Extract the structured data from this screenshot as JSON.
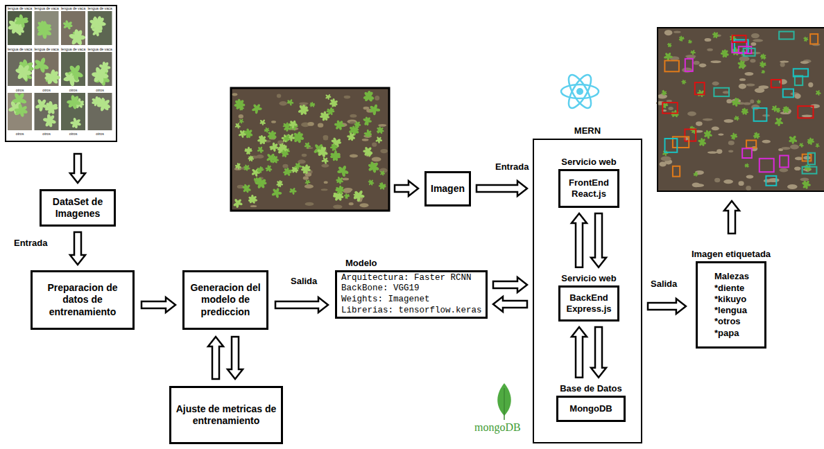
{
  "diagram": {
    "nodes": [
      {
        "text": [
          "DataSet de Imagenes"
        ]
      },
      {
        "text": [
          "Preparacion de datos de entrenamiento"
        ]
      },
      {
        "text": [
          "Generacion del modelo de prediccion"
        ]
      },
      {
        "text": [
          "Ajuste de metricas de entrenamiento"
        ]
      },
      {
        "text": [
          "Modelo",
          "Arquitectura: Faster RCNN",
          "BackBone: VGG19",
          "Weights: Imagenet",
          "Librerias: tensorflow.keras"
        ]
      },
      {
        "text": [
          "Imagen"
        ]
      },
      {
        "text": [
          "MERN"
        ]
      },
      {
        "text": [
          "Servicio web",
          "FrontEnd React.js"
        ],
        "in": 6
      },
      {
        "text": [
          "Servicio web",
          "BackEnd Express.js"
        ],
        "in": 6
      },
      {
        "text": [
          "Base de Datos",
          "MongoDB"
        ],
        "in": 6
      },
      {
        "text": [
          "Imagen etiquetada",
          "Malezas",
          "*diente",
          "*kikuyo",
          "*lengua",
          "*otros",
          "*papa"
        ]
      }
    ],
    "edges": [
      {
        "from": 0,
        "to": 1,
        "arrow": "to",
        "label": "Entrada"
      },
      {
        "from": 1,
        "to": 2,
        "arrow": "to"
      },
      {
        "from": 2,
        "to": 3,
        "arrow": "both"
      },
      {
        "from": 2,
        "to": 4,
        "arrow": "to",
        "label": "Salida"
      },
      {
        "from": 5,
        "to": 6,
        "arrow": "to",
        "label": "Entrada"
      },
      {
        "from": 4,
        "to": 6,
        "arrow": "both"
      },
      {
        "from": 7,
        "to": 8,
        "arrow": "both"
      },
      {
        "from": 8,
        "to": 9,
        "arrow": "both"
      },
      {
        "from": 6,
        "to": 10,
        "arrow": "to",
        "label": "Salida"
      }
    ],
    "labels": [
      "lengua de vaca",
      "lengua de vaca",
      "lengua de vaca",
      "lengua de vaca",
      "lengua de vaca",
      "lengua de vaca",
      "lengua de vaca",
      "lengua de vaca",
      "otros",
      "otros",
      "otros",
      "otros",
      "otros",
      "otros",
      "otros",
      "otros",
      "mongoDB"
    ]
  }
}
